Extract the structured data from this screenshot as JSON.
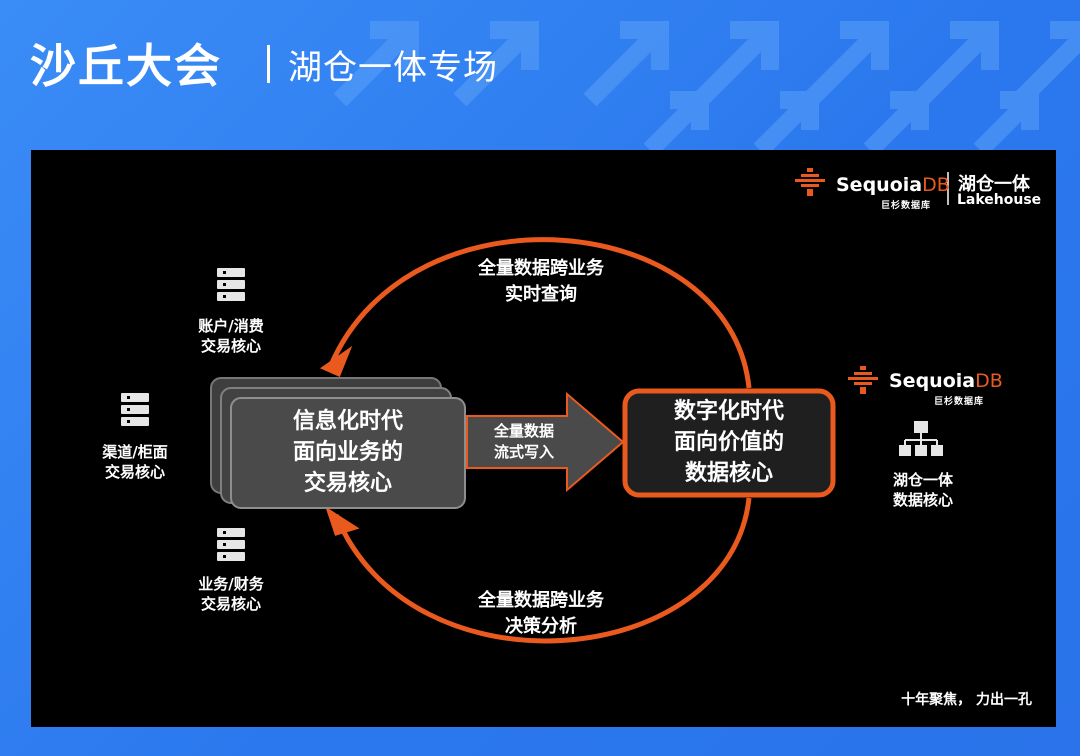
{
  "header": {
    "title": "沙丘大会",
    "subtitle": "湖仓一体专场"
  },
  "brand": {
    "name": "Sequoia",
    "name_suffix": "DB",
    "sub": "巨杉数据库",
    "lakehouse_cn": "湖仓一体",
    "lakehouse_en": "Lakehouse"
  },
  "diagram": {
    "left_box": [
      "信息化时代",
      "面向业务的",
      "交易核心"
    ],
    "right_box": [
      "数字化时代",
      "面向价值的",
      "数据核心"
    ],
    "arrow_label": [
      "全量数据",
      "流式写入"
    ],
    "top_arc_label": [
      "全量数据跨业务",
      "实时查询"
    ],
    "bottom_arc_label": [
      "全量数据跨业务",
      "决策分析"
    ],
    "node_account": [
      "账户/消费",
      "交易核心"
    ],
    "node_channel": [
      "渠道/柜面",
      "交易核心"
    ],
    "node_business": [
      "业务/财务",
      "交易核心"
    ],
    "node_lakehouse": [
      "湖仓一体",
      "数据核心"
    ]
  },
  "slogan": "十年聚焦， 力出一孔",
  "colors": {
    "accent": "#ea5a1e",
    "background": "#2f80f2",
    "panel": "#000000",
    "box": "#4a4a4a"
  }
}
